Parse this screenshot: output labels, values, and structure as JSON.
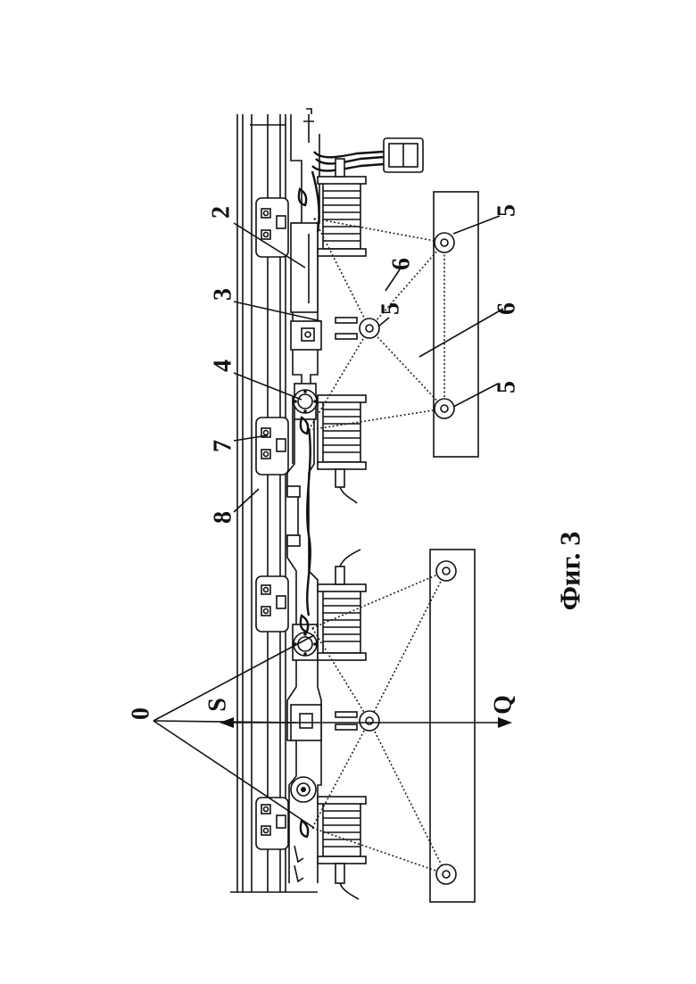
{
  "figure": {
    "caption": "Фиг. 3",
    "labels": {
      "l2": "2",
      "l3": "3",
      "l4": "4",
      "l5a": "5",
      "l5b": "5",
      "l5c": "5",
      "l6a": "6",
      "l6b": "6",
      "l7": "7",
      "l8": "8",
      "l0": "0",
      "lS": "S",
      "lQ": "Q"
    }
  }
}
